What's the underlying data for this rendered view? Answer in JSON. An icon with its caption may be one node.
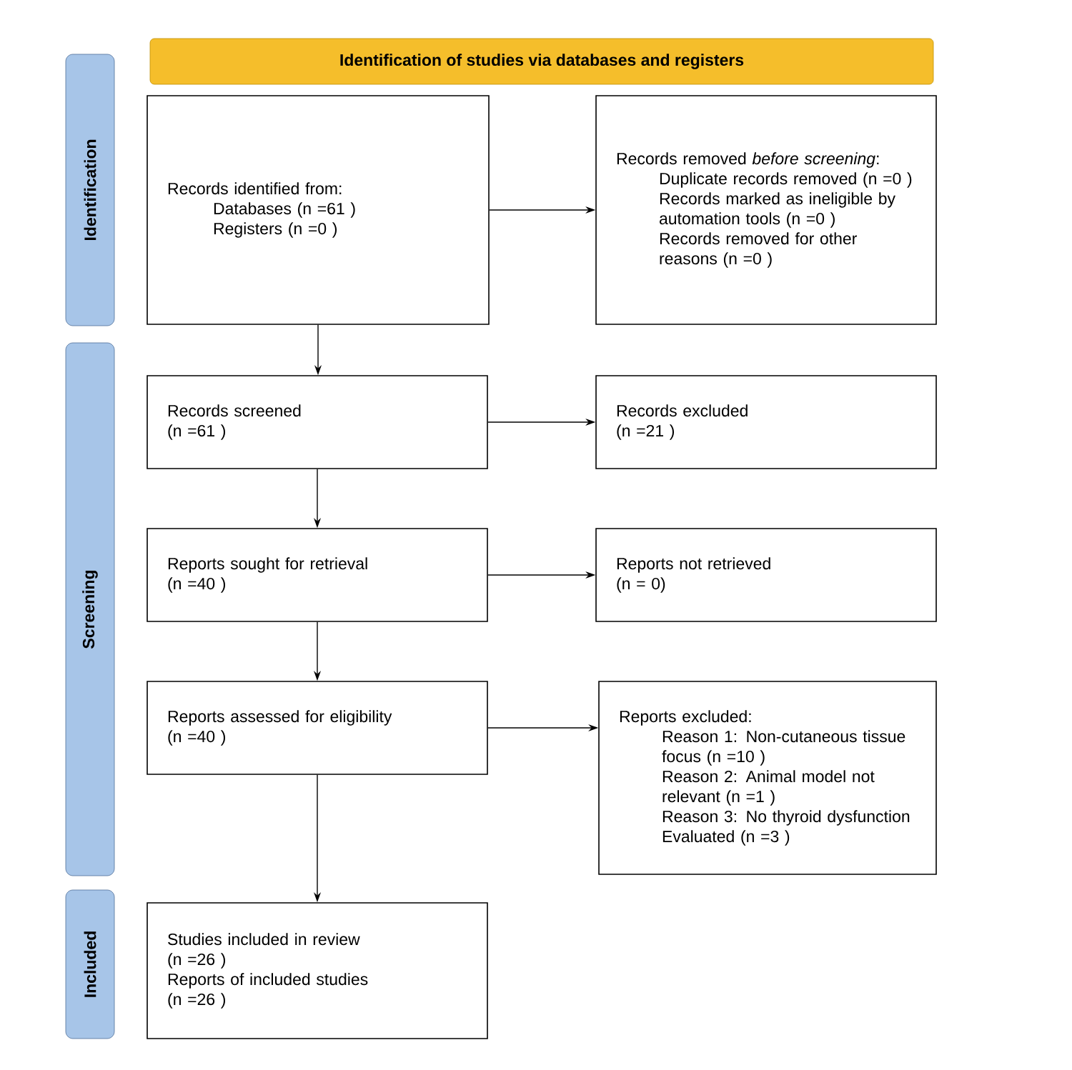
{
  "diagram": {
    "nodes": [
      {
        "text": [
          "Identification of studies via databases and registers"
        ]
      },
      {
        "text": [
          "Identification"
        ]
      },
      {
        "text": [
          "Screening"
        ]
      },
      {
        "text": [
          "Included"
        ]
      },
      {
        "text": [
          "Records identified from:",
          "Databases (n =61 )",
          "Registers (n =0 )"
        ]
      },
      {
        "text": [
          "Records removed *before screening*:",
          "Duplicate records removed (n =0 )",
          "Records marked as ineligible by automation tools (n =0 )",
          "Records removed for other reasons (n =0 )"
        ]
      },
      {
        "text": [
          "Records screened",
          "(n =61 )"
        ]
      },
      {
        "text": [
          "Records excluded",
          "(n =21 )"
        ]
      },
      {
        "text": [
          "Reports sought for retrieval",
          "(n =40 )"
        ]
      },
      {
        "text": [
          "Reports not retrieved",
          "(n = 0)"
        ]
      },
      {
        "text": [
          "Reports assessed for eligibility",
          "(n =40 )"
        ]
      },
      {
        "text": [
          "Reports excluded:",
          "Reason 1: Non-cutaneous tissue focus (n =10 )",
          "Reason 2: Animal model not relevant (n =1 )",
          "Reason 3: No thyroid dysfunction Evaluated (n =3 )"
        ]
      },
      {
        "text": [
          "Studies included in review",
          "(n =26 )",
          "Reports of included studies",
          "(n =26 )"
        ]
      }
    ],
    "edges": [
      {
        "from": 4,
        "to": 5,
        "arrow": "to"
      },
      {
        "from": 4,
        "to": 6,
        "arrow": "to"
      },
      {
        "from": 6,
        "to": 7,
        "arrow": "to"
      },
      {
        "from": 6,
        "to": 8,
        "arrow": "to"
      },
      {
        "from": 8,
        "to": 9,
        "arrow": "to"
      },
      {
        "from": 8,
        "to": 10,
        "arrow": "to"
      },
      {
        "from": 10,
        "to": 11,
        "arrow": "to"
      },
      {
        "from": 10,
        "to": 12,
        "arrow": "to"
      }
    ]
  }
}
